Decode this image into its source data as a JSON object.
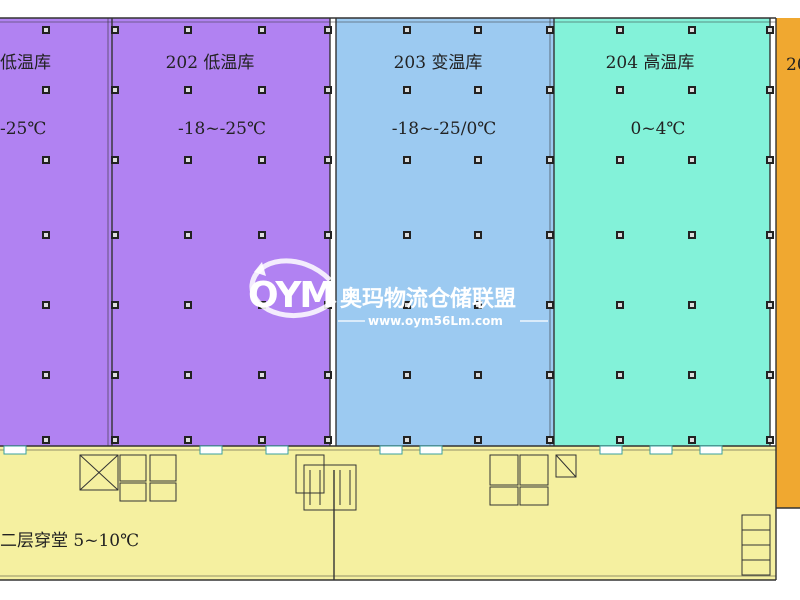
{
  "rooms": [
    {
      "id": "201",
      "name_visible": "低温库",
      "temp_visible": "-25℃",
      "color": "#b182f2"
    },
    {
      "id": "202",
      "name": "202 低温库",
      "temp": "-18~-25℃",
      "color": "#b182f2"
    },
    {
      "id": "203",
      "name": "203 变温库",
      "temp": "-18~-25/0℃",
      "color": "#9ccaf1"
    },
    {
      "id": "204",
      "name": "204 高温库",
      "temp": "0~4℃",
      "color": "#83f2d9"
    },
    {
      "id": "205",
      "name_visible": "20",
      "color": "#f0a830"
    }
  ],
  "corridor": {
    "label": "二层穿堂 5~10℃",
    "color": "#f5f0a0"
  },
  "watermark": {
    "logo": "OYM",
    "brand": "奥玛物流仓储联盟",
    "url": "www.oym56Lm.com"
  }
}
